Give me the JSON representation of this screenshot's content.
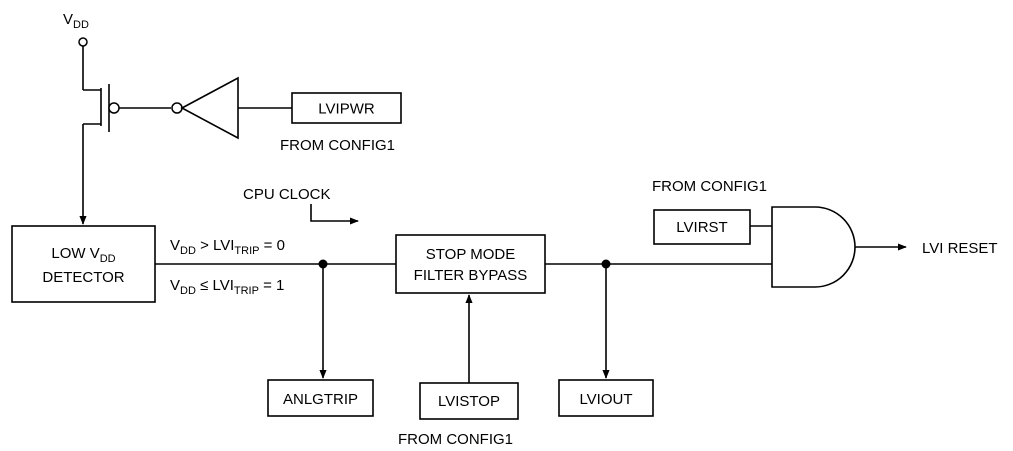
{
  "supply": {
    "label": "V",
    "label_sub": "DD"
  },
  "blocks": {
    "lvipwr": "LVIPWR",
    "detector_line1": "LOW V",
    "detector_line1_sub": "DD",
    "detector_line2": "DETECTOR",
    "stop_filter_line1": "STOP MODE",
    "stop_filter_line2": "FILTER BYPASS",
    "lvirst": "LVIRST",
    "anlgtrip": "ANLGTRIP",
    "lvistop": "LVISTOP",
    "lviout": "LVIOUT"
  },
  "labels": {
    "from_config1_a": "FROM CONFIG1",
    "from_config1_b": "FROM CONFIG1",
    "from_config1_c": "FROM CONFIG1",
    "cpu_clock": "CPU CLOCK",
    "lvi_reset": "LVI RESET"
  },
  "conditions": {
    "gt": {
      "v": "V",
      "v_sub": "DD",
      "mid": " > LVI",
      "trip_sub": "TRIP",
      "rest": " = 0"
    },
    "le": {
      "v": "V",
      "v_sub": "DD",
      "mid": " ≤ LVI",
      "trip_sub": "TRIP",
      "rest": " = 1"
    }
  }
}
